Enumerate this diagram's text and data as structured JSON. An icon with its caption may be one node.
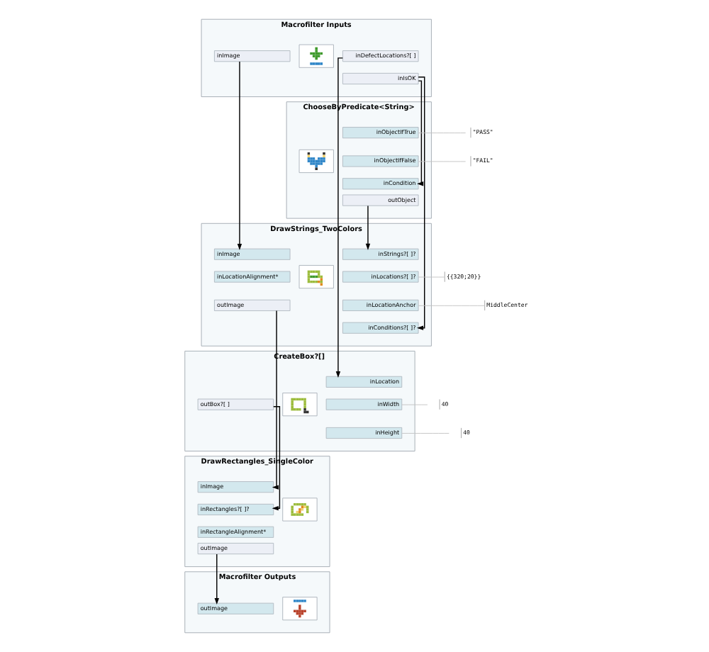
{
  "diagram": {
    "nodes": [
      {
        "text": [
          "Macrofilter Inputs"
        ]
      },
      {
        "text": [
          "inImage"
        ],
        "in": 0
      },
      {
        "text": [],
        "shape": "picture",
        "in": 0
      },
      {
        "text": [
          "inDefectLocations?[ ]"
        ],
        "in": 0
      },
      {
        "text": [
          "inIsOK"
        ],
        "in": 0
      },
      {
        "text": [
          "ChooseByPredicate<String>"
        ]
      },
      {
        "text": [],
        "shape": "picture",
        "in": 5
      },
      {
        "text": [
          "inObjectIfTrue"
        ],
        "in": 5
      },
      {
        "text": [
          "\"PASS\""
        ]
      },
      {
        "text": [
          "inObjectIfFalse"
        ],
        "in": 5
      },
      {
        "text": [
          "\"FAIL\""
        ]
      },
      {
        "text": [
          "inCondition"
        ],
        "in": 5
      },
      {
        "text": [
          "outObject"
        ],
        "in": 5
      },
      {
        "text": [
          "DrawStrings_TwoColors"
        ]
      },
      {
        "text": [
          "inImage"
        ],
        "in": 13
      },
      {
        "text": [
          "inLocationAlignment*"
        ],
        "in": 13
      },
      {
        "text": [
          "outImage"
        ],
        "in": 13
      },
      {
        "text": [],
        "shape": "picture",
        "in": 13
      },
      {
        "text": [
          "inStrings?[ ]?"
        ],
        "in": 13
      },
      {
        "text": [
          "inLocations?[ ]?"
        ],
        "in": 13
      },
      {
        "text": [
          "{{320;20}}"
        ]
      },
      {
        "text": [
          "inLocationAnchor"
        ],
        "in": 13
      },
      {
        "text": [
          "MiddleCenter"
        ]
      },
      {
        "text": [
          "inConditions?[ ]?"
        ],
        "in": 13
      },
      {
        "text": [
          "CreateBox?[]"
        ]
      },
      {
        "text": [
          "outBox?[ ]"
        ],
        "in": 24
      },
      {
        "text": [],
        "shape": "picture",
        "in": 24
      },
      {
        "text": [
          "inLocation"
        ],
        "in": 24
      },
      {
        "text": [
          "inWidth"
        ],
        "in": 24
      },
      {
        "text": [
          "40"
        ]
      },
      {
        "text": [
          "inHeight"
        ],
        "in": 24
      },
      {
        "text": [
          "40"
        ]
      },
      {
        "text": [
          "DrawRectangles_SingleColor"
        ]
      },
      {
        "text": [
          "inImage"
        ],
        "in": 32
      },
      {
        "text": [
          "inRectangles?[ ]?"
        ],
        "in": 32
      },
      {
        "text": [
          "inRectangleAlignment*"
        ],
        "in": 32
      },
      {
        "text": [
          "outImage"
        ],
        "in": 32
      },
      {
        "text": [],
        "shape": "picture",
        "in": 32
      },
      {
        "text": [
          "Macrofilter Outputs"
        ]
      },
      {
        "text": [
          "outImage"
        ],
        "in": 38
      },
      {
        "text": [],
        "shape": "picture",
        "in": 38
      }
    ],
    "edges": [
      {
        "from": 1,
        "to": 14,
        "arrow": "to"
      },
      {
        "from": 3,
        "to": 27,
        "arrow": "to"
      },
      {
        "from": 4,
        "to": 11,
        "arrow": "to"
      },
      {
        "from": 4,
        "to": 23,
        "arrow": "to"
      },
      {
        "from": 12,
        "to": 18,
        "arrow": "to"
      },
      {
        "from": 16,
        "to": 33,
        "arrow": "to"
      },
      {
        "from": 25,
        "to": 34,
        "arrow": "to"
      },
      {
        "from": 36,
        "to": 39,
        "arrow": "to"
      },
      {
        "from": 7,
        "to": 8,
        "arrow": "none",
        "color": "#c0c0c0"
      },
      {
        "from": 9,
        "to": 10,
        "arrow": "none",
        "color": "#c0c0c0"
      },
      {
        "from": 19,
        "to": 20,
        "arrow": "none",
        "color": "#c0c0c0"
      },
      {
        "from": 21,
        "to": 22,
        "arrow": "none",
        "color": "#c0c0c0"
      },
      {
        "from": 28,
        "to": 29,
        "arrow": "none",
        "color": "#c0c0c0"
      },
      {
        "from": 30,
        "to": 31,
        "arrow": "none",
        "color": "#c0c0c0"
      }
    ]
  }
}
